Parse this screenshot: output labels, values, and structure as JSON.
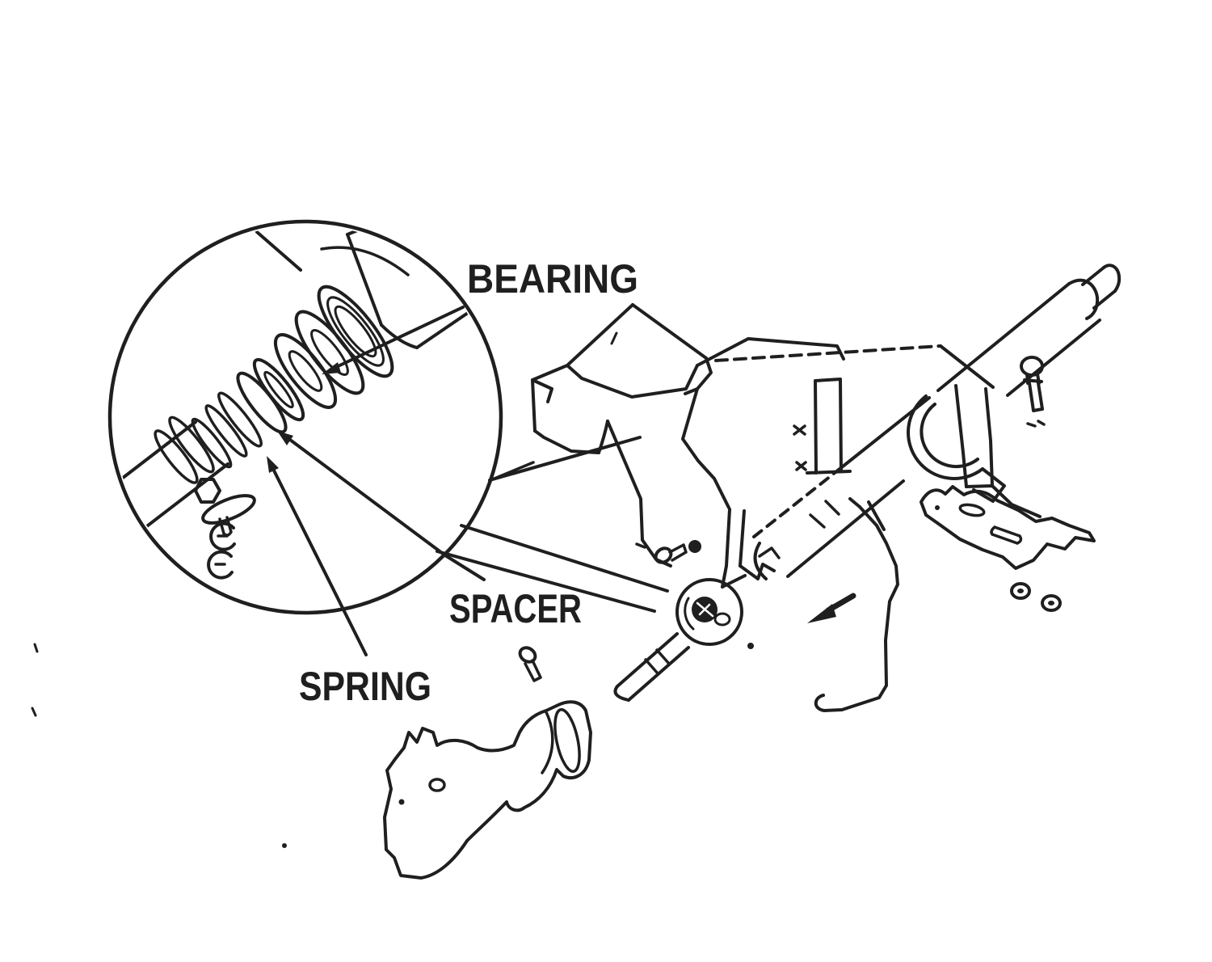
{
  "figure": {
    "kind": "exploded-parts-line-drawing",
    "subject": "steering column and shaft assembly detail",
    "background_color": "#ffffff",
    "ink_color": "#1f1f1f",
    "labels": [
      {
        "id": "bearing",
        "text": "BEARING"
      },
      {
        "id": "spacer",
        "text": "SPACER"
      },
      {
        "id": "spring",
        "text": "SPRING"
      }
    ]
  }
}
